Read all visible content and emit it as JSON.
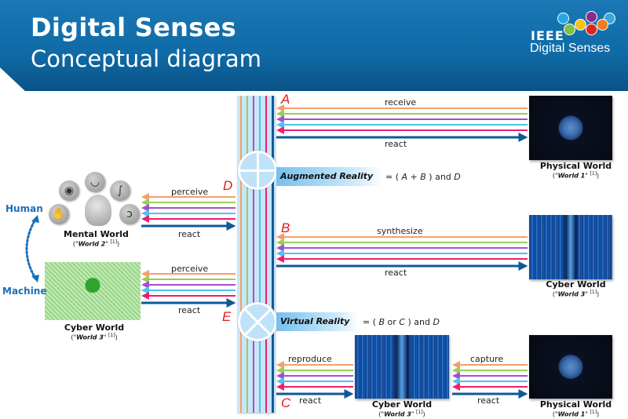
{
  "header": {
    "title": "Digital Senses",
    "subtitle": "Conceptual diagram",
    "logo": {
      "org": "IEEE",
      "name": "Digital Senses",
      "icons": [
        "clock-icon",
        "hand-icon",
        "globe-icon",
        "eye-icon",
        "ear-icon",
        "mouth-icon",
        "nose-icon"
      ]
    }
  },
  "colors": {
    "header_bg": "#1070ad",
    "bus_bg": "#c8e6f8",
    "letter_red": "#e31b1b",
    "side_label_blue": "#1a6fb8",
    "channels": [
      "#f2a06a",
      "#9ccb5a",
      "#a64fd0",
      "#4cc3ef",
      "#ef1e6e",
      "#0e5a98"
    ]
  },
  "side_labels": {
    "human": "Human",
    "machine": "Machine"
  },
  "letters": {
    "a": "A",
    "b": "B",
    "c": "C",
    "d": "D",
    "e": "E"
  },
  "worlds": {
    "mental": {
      "title": "Mental World",
      "alias": "World 2",
      "ref": "[1]"
    },
    "cyber_left": {
      "title": "Cyber World",
      "alias": "World 3",
      "ref": "[1]"
    },
    "physical_top": {
      "title": "Physical World",
      "alias": "World 1",
      "ref": "[1]"
    },
    "cyber_mid": {
      "title": "Cyber World",
      "alias": "World 3",
      "ref": "[1]"
    },
    "cyber_bottom": {
      "title": "Cyber World",
      "alias": "World 3",
      "ref": "[1]"
    },
    "physical_bottom": {
      "title": "Physical World",
      "alias": "World 1",
      "ref": "[1]"
    }
  },
  "flows": {
    "a_in": "receive",
    "a_out": "react",
    "b_in": "synthesize",
    "b_out": "react",
    "c_in": "reproduce",
    "c_out": "react",
    "capture_in": "capture",
    "capture_out": "react",
    "d_in": "perceive",
    "d_out": "react",
    "e_in": "perceive",
    "e_out": "react"
  },
  "nodes": {
    "augmented": {
      "label": "Augmented Reality",
      "formula_pre": "= ( ",
      "x": "A",
      "op": " + ",
      "y": "B",
      "formula_post": " ) and ",
      "z": "D"
    },
    "virtual": {
      "label": "Virtual Reality",
      "formula_pre": "= ( ",
      "x": "B",
      "op": " or ",
      "y": "C",
      "formula_post": " ) and ",
      "z": "D"
    }
  }
}
